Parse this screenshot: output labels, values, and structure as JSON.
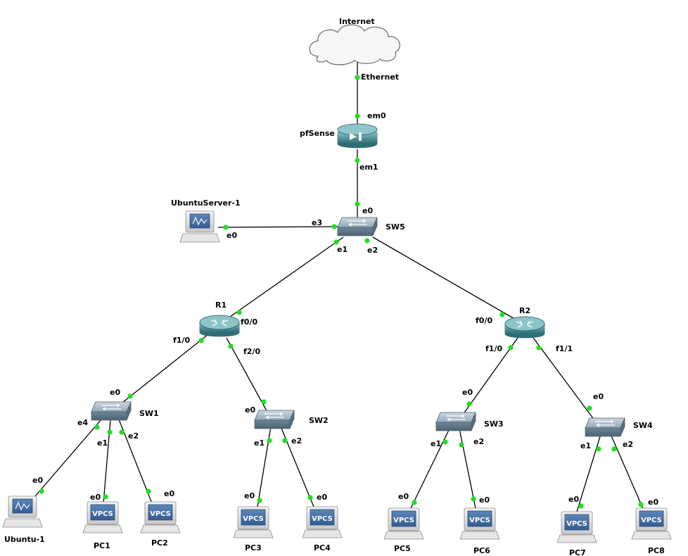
{
  "colors": {
    "link": "#000000",
    "port_up": "#22dd22",
    "router_body": "#3d8a92",
    "switch_body": "#7f9aac",
    "firewall_body": "#3d8a92",
    "cloud_fill": "#f6f6f6"
  },
  "nodes": [
    {
      "id": "internet",
      "label": "Internet",
      "icon": "cloud-icon"
    },
    {
      "id": "pfsense",
      "label": "pfSense",
      "icon": "firewall-icon"
    },
    {
      "id": "sw5",
      "label": "SW5",
      "icon": "switch-icon"
    },
    {
      "id": "ubuntuserver1",
      "label": "UbuntuServer-1",
      "icon": "server-host-icon"
    },
    {
      "id": "r1",
      "label": "R1",
      "icon": "router-icon"
    },
    {
      "id": "r2",
      "label": "R2",
      "icon": "router-icon"
    },
    {
      "id": "sw1",
      "label": "SW1",
      "icon": "switch-icon"
    },
    {
      "id": "sw2",
      "label": "SW2",
      "icon": "switch-icon"
    },
    {
      "id": "sw3",
      "label": "SW3",
      "icon": "switch-icon"
    },
    {
      "id": "sw4",
      "label": "SW4",
      "icon": "switch-icon"
    },
    {
      "id": "ubuntu1",
      "label": "Ubuntu-1",
      "icon": "linux-host-icon"
    },
    {
      "id": "pc1",
      "label": "PC1",
      "icon": "vpcs-icon",
      "screen_text": "VPCS"
    },
    {
      "id": "pc2",
      "label": "PC2",
      "icon": "vpcs-icon",
      "screen_text": "VPCS"
    },
    {
      "id": "pc3",
      "label": "PC3",
      "icon": "vpcs-icon",
      "screen_text": "VPCS"
    },
    {
      "id": "pc4",
      "label": "PC4",
      "icon": "vpcs-icon",
      "screen_text": "VPCS"
    },
    {
      "id": "pc5",
      "label": "PC5",
      "icon": "vpcs-icon",
      "screen_text": "VPCS"
    },
    {
      "id": "pc6",
      "label": "PC6",
      "icon": "vpcs-icon",
      "screen_text": "VPCS"
    },
    {
      "id": "pc7",
      "label": "PC7",
      "icon": "vpcs-icon",
      "screen_text": "VPCS"
    },
    {
      "id": "pc8",
      "label": "PC8",
      "icon": "vpcs-icon",
      "screen_text": "VPCS"
    }
  ],
  "links": [
    {
      "from": "internet",
      "from_port": "Ethernet",
      "to": "pfsense",
      "to_port": "em0"
    },
    {
      "from": "pfsense",
      "from_port": "em1",
      "to": "sw5",
      "to_port": "e0"
    },
    {
      "from": "ubuntuserver1",
      "from_port": "e0",
      "to": "sw5",
      "to_port": "e3"
    },
    {
      "from": "sw5",
      "from_port": "e1",
      "to": "r1",
      "to_port": "f0/0"
    },
    {
      "from": "sw5",
      "from_port": "e2",
      "to": "r2",
      "to_port": "f0/0"
    },
    {
      "from": "r1",
      "from_port": "f1/0",
      "to": "sw1",
      "to_port": "e0"
    },
    {
      "from": "r1",
      "from_port": "f2/0",
      "to": "sw2",
      "to_port": "e0"
    },
    {
      "from": "r2",
      "from_port": "f1/0",
      "to": "sw3",
      "to_port": "e0"
    },
    {
      "from": "r2",
      "from_port": "f1/1",
      "to": "sw4",
      "to_port": "e0"
    },
    {
      "from": "sw1",
      "from_port": "e4",
      "to": "ubuntu1",
      "to_port": "e0"
    },
    {
      "from": "sw1",
      "from_port": "e1",
      "to": "pc1",
      "to_port": "e0"
    },
    {
      "from": "sw1",
      "from_port": "e2",
      "to": "pc2",
      "to_port": "e0"
    },
    {
      "from": "sw2",
      "from_port": "e1",
      "to": "pc3",
      "to_port": "e0"
    },
    {
      "from": "sw2",
      "from_port": "e2",
      "to": "pc4",
      "to_port": "e0"
    },
    {
      "from": "sw3",
      "from_port": "e1",
      "to": "pc5",
      "to_port": "e0"
    },
    {
      "from": "sw3",
      "from_port": "e2",
      "to": "pc6",
      "to_port": "e0"
    },
    {
      "from": "sw4",
      "from_port": "e1",
      "to": "pc7",
      "to_port": "e0"
    },
    {
      "from": "sw4",
      "from_port": "e2",
      "to": "pc8",
      "to_port": "e0"
    }
  ]
}
